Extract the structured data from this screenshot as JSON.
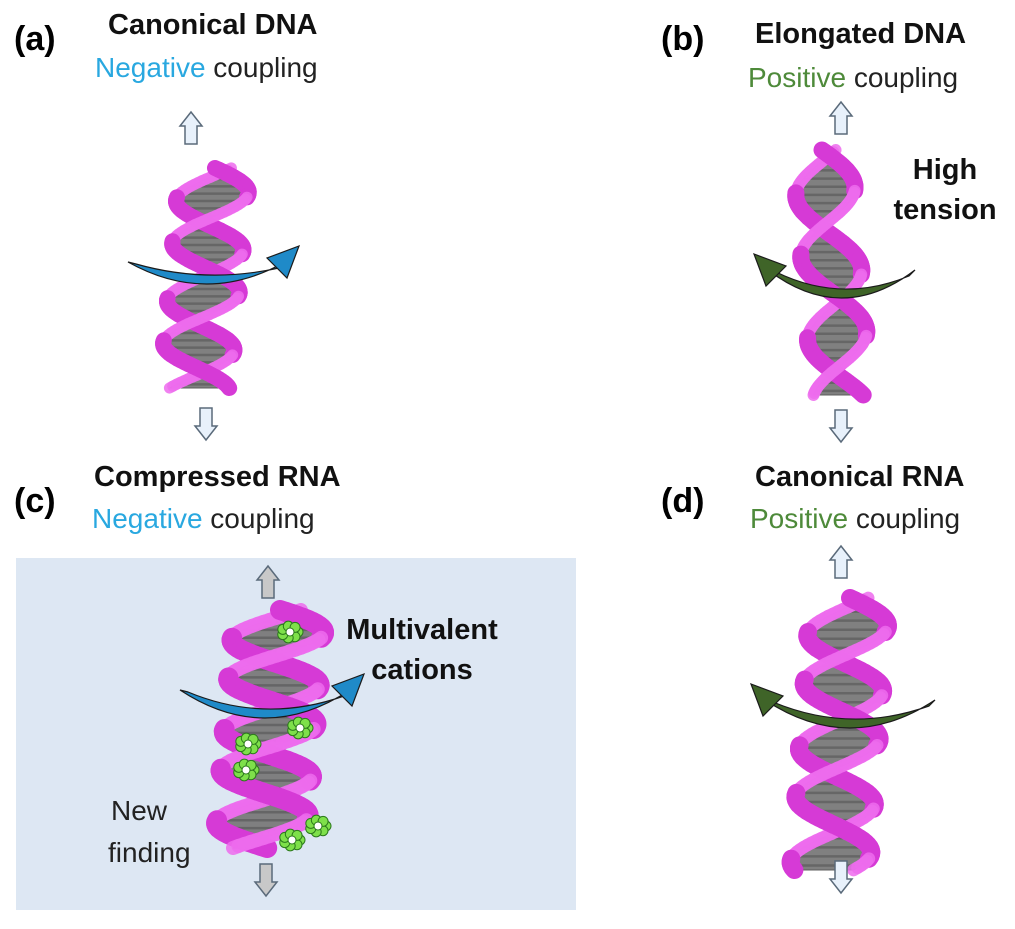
{
  "colors": {
    "negative": "#29a8e0",
    "positive": "#4e8a3a",
    "strand": "#d63ad6",
    "strand_light": "#ee6cee",
    "base": "#7a7a7a",
    "base_dark": "#555555",
    "panel_c_background": "#dde7f3",
    "blue_arrow": "#1f8ac8",
    "green_arrow": "#3f6428",
    "cation": "#7ee04a"
  },
  "panels": {
    "a": {
      "label": "(a)",
      "title": "Canonical DNA",
      "coupling_word": "Negative",
      "coupling_rest": " coupling",
      "arrow_icon": "twist-arrow-right-icon"
    },
    "b": {
      "label": "(b)",
      "title": "Elongated DNA",
      "coupling_word": "Positive",
      "coupling_rest": " coupling",
      "note_line1": "High",
      "note_line2": "tension",
      "arrow_icon": "twist-arrow-left-icon"
    },
    "c": {
      "label": "(c)",
      "title": "Compressed RNA",
      "coupling_word": "Negative",
      "coupling_rest": " coupling",
      "note_line1": "Multivalent",
      "note_line2": "cations",
      "finding_line1": "New",
      "finding_line2": "finding",
      "arrow_icon": "twist-arrow-right-icon"
    },
    "d": {
      "label": "(d)",
      "title": "Canonical RNA",
      "coupling_word": "Positive",
      "coupling_rest": " coupling",
      "arrow_icon": "twist-arrow-left-icon"
    }
  }
}
